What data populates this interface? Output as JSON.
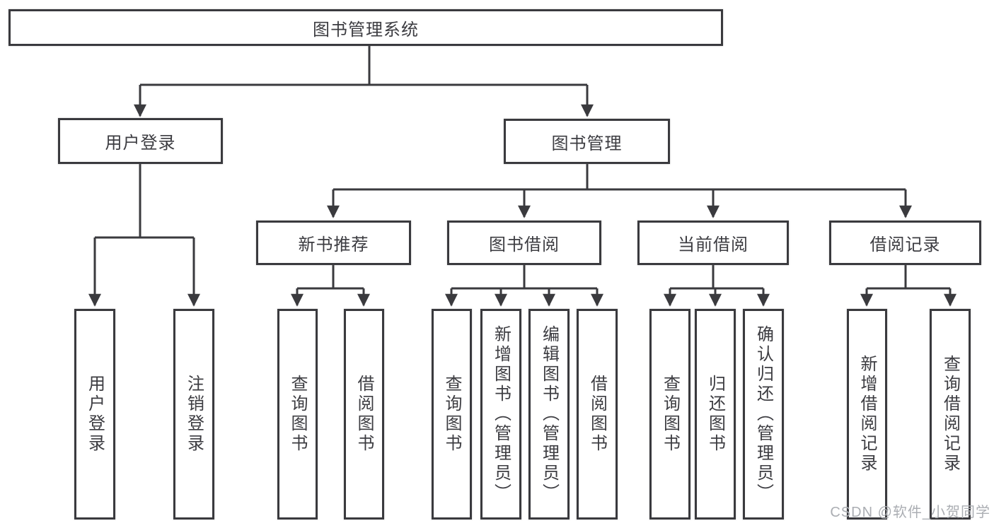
{
  "tree": {
    "label": "图书管理系统",
    "children": [
      {
        "label": "用户登录",
        "children": [
          {
            "label": "用户登录"
          },
          {
            "label": "注销登录"
          }
        ]
      },
      {
        "label": "图书管理",
        "children": [
          {
            "label": "新书推荐",
            "children": [
              {
                "label": "查询图书"
              },
              {
                "label": "借阅图书"
              }
            ]
          },
          {
            "label": "图书借阅",
            "children": [
              {
                "label": "查询图书"
              },
              {
                "label": "新增图书（管理员）"
              },
              {
                "label": "编辑图书（管理员）"
              },
              {
                "label": "借阅图书"
              }
            ]
          },
          {
            "label": "当前借阅",
            "children": [
              {
                "label": "查询图书"
              },
              {
                "label": "归还图书"
              },
              {
                "label": "确认归还（管理员）"
              }
            ]
          },
          {
            "label": "借阅记录",
            "children": [
              {
                "label": "新增借阅记录"
              },
              {
                "label": "查询借阅记录"
              }
            ]
          }
        ]
      }
    ]
  },
  "watermark": {
    "text": "CSDN @软件_小贺同学"
  },
  "colors": {
    "line": "#3a3a3e",
    "text": "#3c3c41",
    "box_background": "#ffffff",
    "watermark": "#abaeb3"
  }
}
